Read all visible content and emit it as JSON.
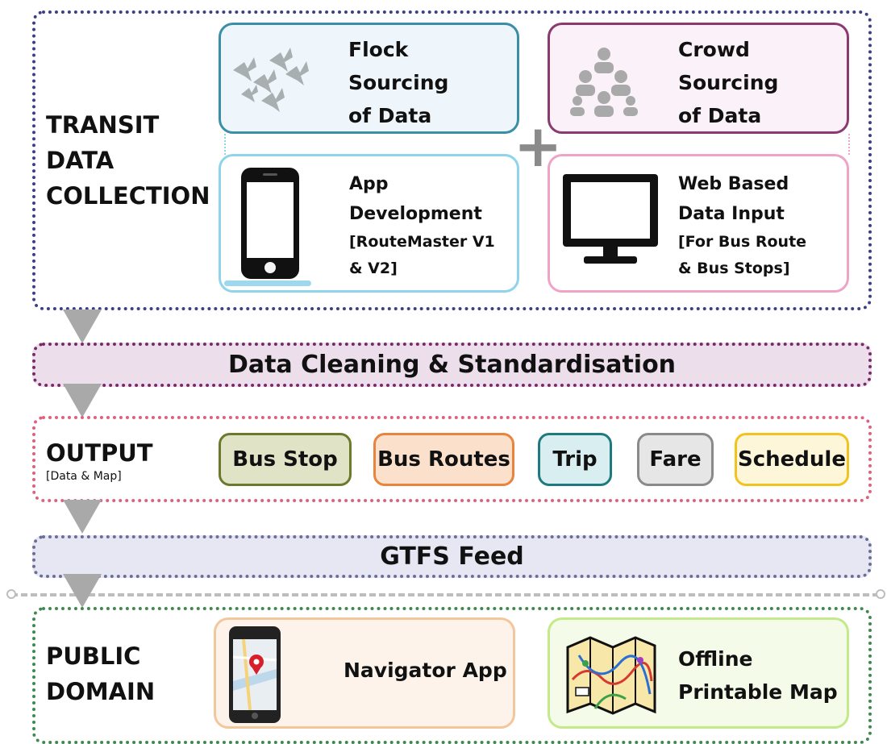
{
  "transit": {
    "label": [
      "TRANSIT",
      "DATA",
      "COLLECTION"
    ],
    "flock": {
      "lines": [
        "Flock",
        "Sourcing",
        "of Data"
      ],
      "icon": "birds-flock-icon"
    },
    "crowd": {
      "lines": [
        "Crowd",
        "Sourcing",
        "of Data"
      ],
      "icon": "people-group-icon"
    },
    "plus_sign": "+",
    "app": {
      "title_lines": [
        "App",
        "Development"
      ],
      "sub_lines": [
        "[RouteMaster V1",
        "& V2]"
      ],
      "icon": "smartphone-icon"
    },
    "web": {
      "title_lines": [
        "Web Based",
        "Data Input"
      ],
      "sub_lines": [
        "[For Bus Route",
        "& Bus Stops]"
      ],
      "icon": "monitor-icon"
    }
  },
  "cleaning": {
    "label": "Data Cleaning & Standardisation"
  },
  "output": {
    "label": "OUTPUT",
    "sublabel": "[Data & Map]",
    "chips": [
      "Bus Stop",
      "Bus Routes",
      "Trip",
      "Fare",
      "Schedule"
    ]
  },
  "gtfs": {
    "label": "GTFS Feed"
  },
  "public": {
    "label": [
      "PUBLIC",
      "DOMAIN"
    ],
    "navigator": {
      "label": "Navigator App",
      "icon": "phone-map-icon"
    },
    "offline": {
      "lines": [
        "Offline",
        "Printable Map"
      ],
      "icon": "folded-map-icon"
    }
  },
  "colors": {
    "transit_border": "#3d3f86",
    "cleaning_border": "#7a2a6a",
    "cleaning_fill": "#ecdfeb",
    "output_border": "#e0607e",
    "gtfs_border": "#6a6e9a",
    "gtfs_fill": "#e6e7f2",
    "public_border": "#3e8a4e",
    "arrow": "#a9a9a9"
  }
}
